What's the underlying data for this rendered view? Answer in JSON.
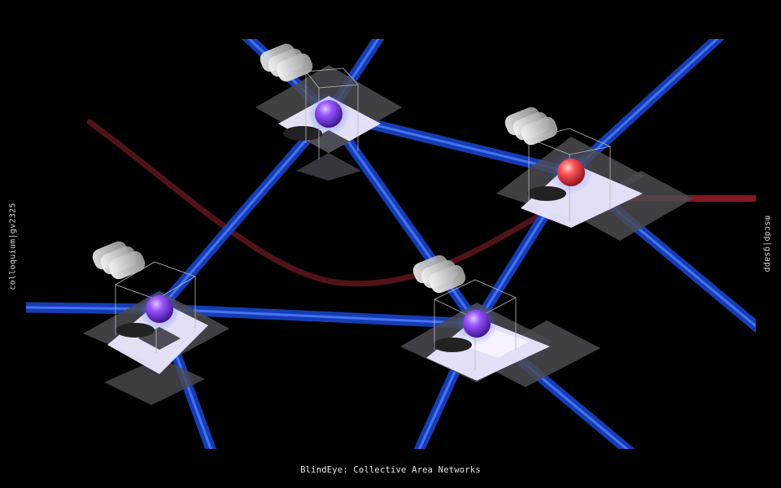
{
  "labels": {
    "left_vertical": "colloquium|gv2325",
    "right_vertical": "mscdp|gsapp",
    "caption": "BlindEye: Collective Area Networks"
  },
  "colors": {
    "background": "#000000",
    "beam": "#1f4fd6",
    "beam_core": "#5b86ff",
    "node_violet": "#8a3cf0",
    "node_red": "#f0444a",
    "red_trace": "#6a1e25",
    "tile_light": "#ece8ff",
    "tile_dark": "#5a5a60"
  },
  "scene": {
    "nodes": [
      {
        "name": "node-top",
        "color": "violet"
      },
      {
        "name": "node-left",
        "color": "violet"
      },
      {
        "name": "node-bottom",
        "color": "violet"
      },
      {
        "name": "node-right",
        "color": "red"
      }
    ]
  }
}
